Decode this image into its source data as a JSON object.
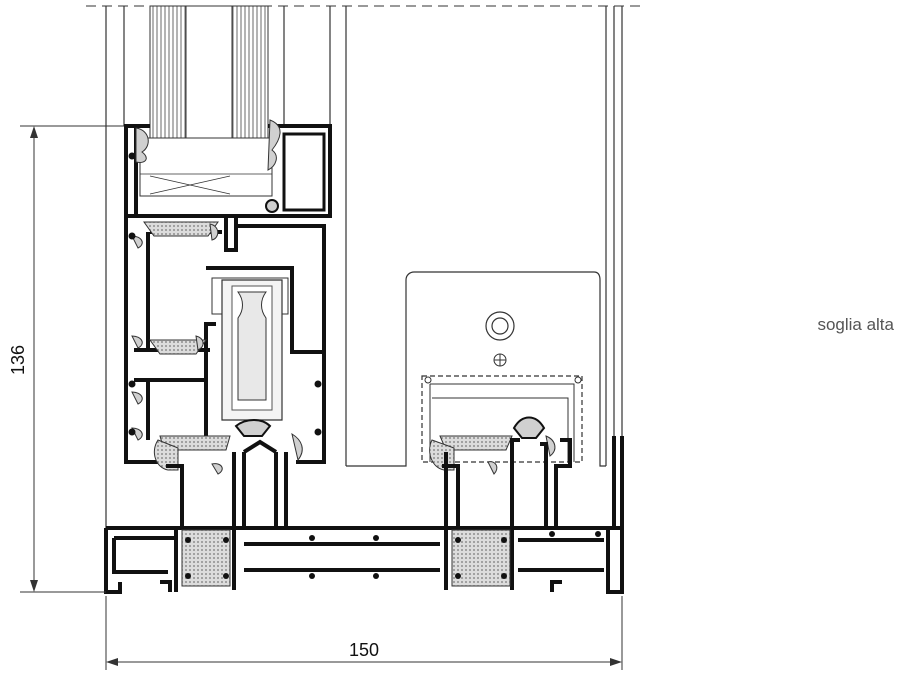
{
  "dimensions": {
    "height_value": "136",
    "width_value": "150"
  },
  "section_label": "soglia alta",
  "colors": {
    "profile": "#111111",
    "line": "#333333",
    "gasket": "#d0d0d0",
    "background": "#ffffff"
  }
}
